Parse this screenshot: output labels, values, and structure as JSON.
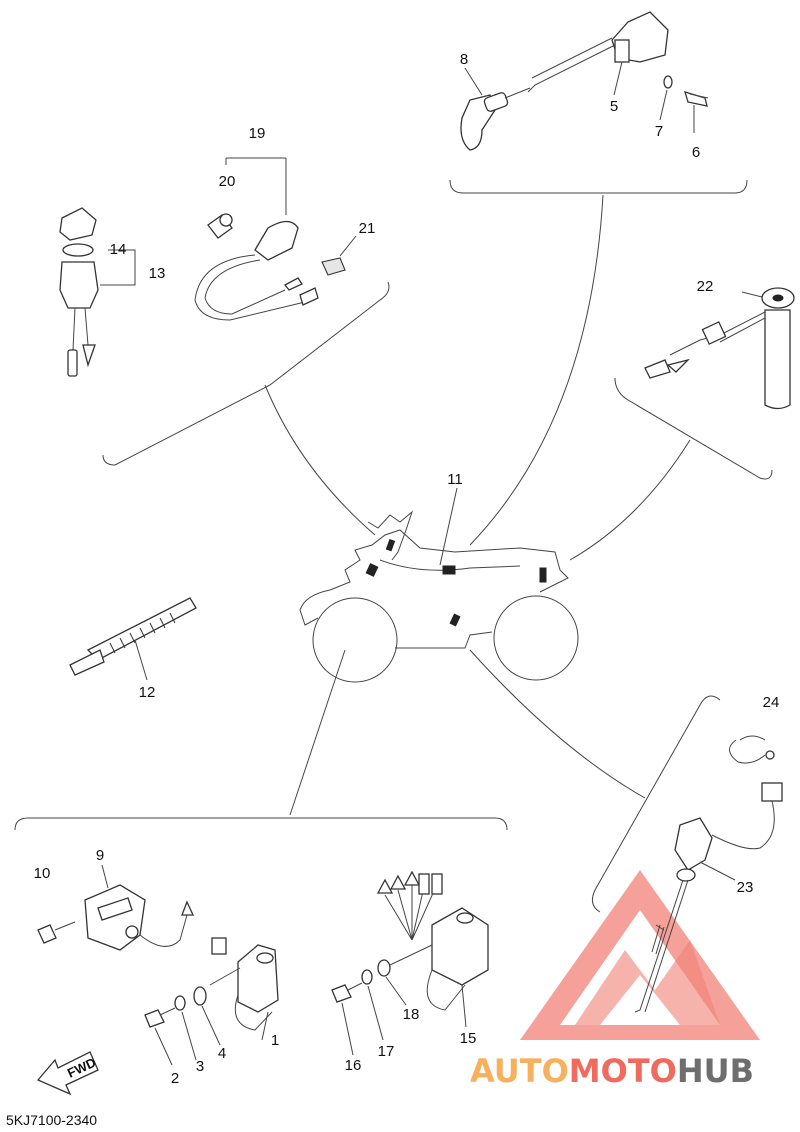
{
  "callouts": [
    "1",
    "2",
    "3",
    "4",
    "5",
    "6",
    "7",
    "8",
    "9",
    "10",
    "11",
    "12",
    "13",
    "14",
    "15",
    "16",
    "17",
    "18",
    "19",
    "20",
    "21",
    "22",
    "23",
    "24"
  ],
  "fwd_label": "FWD",
  "diagram_code": "5KJ7100-2340",
  "watermark": {
    "part1": "AUTO",
    "part2": "MOTO",
    "part3": "HUB"
  },
  "colors": {
    "line": "#333333",
    "watermark_orange": "#f7b15e",
    "watermark_red": "#ef6b5e",
    "watermark_grey": "#6e6e6e"
  }
}
